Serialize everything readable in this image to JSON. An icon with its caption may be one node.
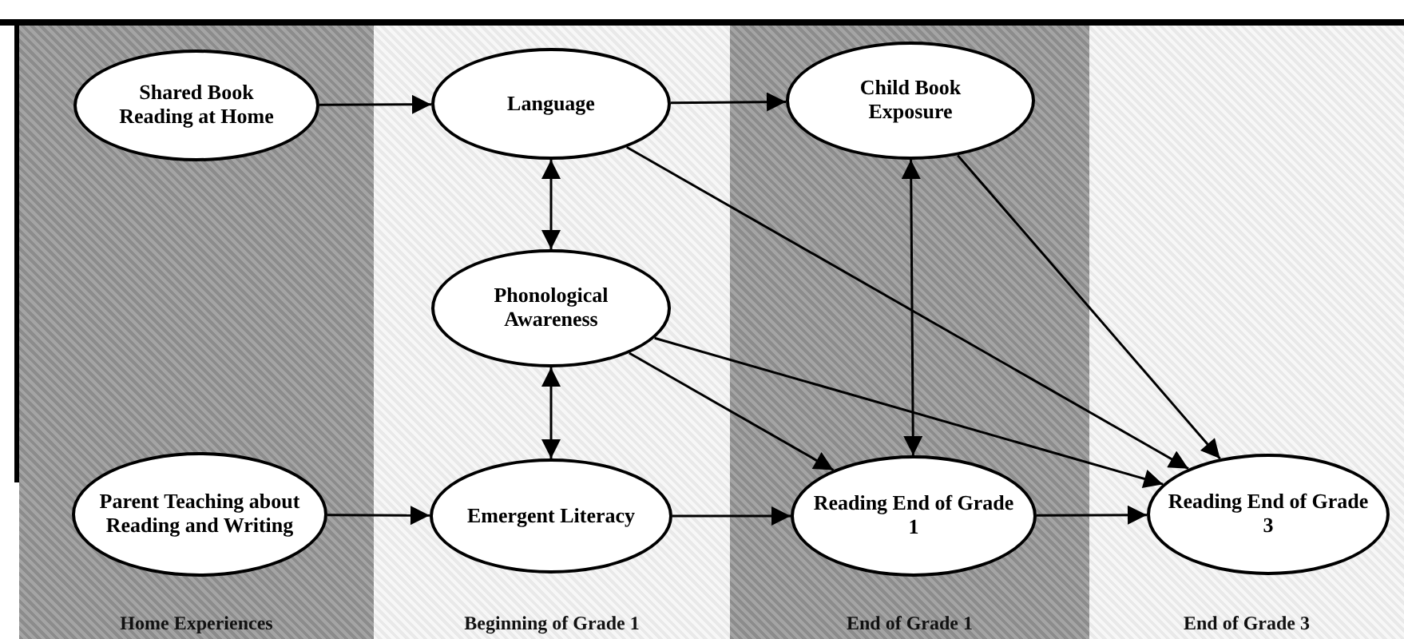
{
  "diagram": {
    "nodes": [
      {
        "text": [
          "Home Experiences"
        ]
      },
      {
        "text": [
          "Shared Book Reading at Home"
        ],
        "in": 0
      },
      {
        "text": [
          "Parent Teaching about Reading and Writing"
        ],
        "in": 0
      },
      {
        "text": [
          "Beginning of Grade 1"
        ]
      },
      {
        "text": [
          "Language"
        ],
        "in": 3
      },
      {
        "text": [
          "Phonological Awareness"
        ],
        "in": 3
      },
      {
        "text": [
          "Emergent Literacy"
        ],
        "in": 3
      },
      {
        "text": [
          "End of Grade 1"
        ]
      },
      {
        "text": [
          "Child Book Exposure"
        ],
        "in": 7
      },
      {
        "text": [
          "Reading End of Grade 1"
        ],
        "in": 7
      },
      {
        "text": [
          "End of Grade 3"
        ]
      },
      {
        "text": [
          "Reading End of Grade 3"
        ],
        "in": 10
      }
    ],
    "edges": [
      {
        "from": 1,
        "to": 4,
        "arrow": "to"
      },
      {
        "from": 2,
        "to": 6,
        "arrow": "to"
      },
      {
        "from": 4,
        "to": 5,
        "arrow": "both"
      },
      {
        "from": 5,
        "to": 6,
        "arrow": "both"
      },
      {
        "from": 4,
        "to": 8,
        "arrow": "to"
      },
      {
        "from": 4,
        "to": 11,
        "arrow": "to"
      },
      {
        "from": 5,
        "to": 9,
        "arrow": "to"
      },
      {
        "from": 5,
        "to": 11,
        "arrow": "to"
      },
      {
        "from": 6,
        "to": 9,
        "arrow": "to"
      },
      {
        "from": 8,
        "to": 9,
        "arrow": "both"
      },
      {
        "from": 8,
        "to": 11,
        "arrow": "to"
      },
      {
        "from": 9,
        "to": 11,
        "arrow": "to"
      }
    ]
  }
}
